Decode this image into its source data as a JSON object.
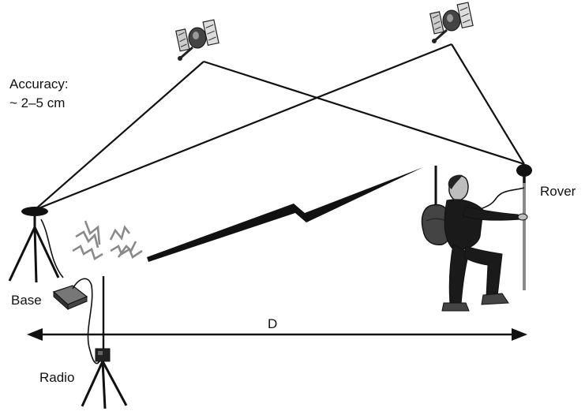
{
  "labels": {
    "accuracy_title": "Accuracy:",
    "accuracy_value": "~ 2–5 cm",
    "base": "Base",
    "radio": "Radio",
    "rover": "Rover",
    "distance": "D"
  },
  "icons": {
    "satellite": "satellite-icon",
    "antenna": "gnss-antenna-icon",
    "tripod": "tripod-icon",
    "receiver": "receiver-box-icon",
    "radio_unit": "radio-unit-icon",
    "radio_waves": "radio-waves-icon",
    "signal": "lightning-bolt-icon",
    "person": "surveyor-icon",
    "pole": "rover-pole-icon"
  },
  "colors": {
    "ink": "#111111",
    "gray": "#8a8a8a",
    "background": "#ffffff"
  }
}
